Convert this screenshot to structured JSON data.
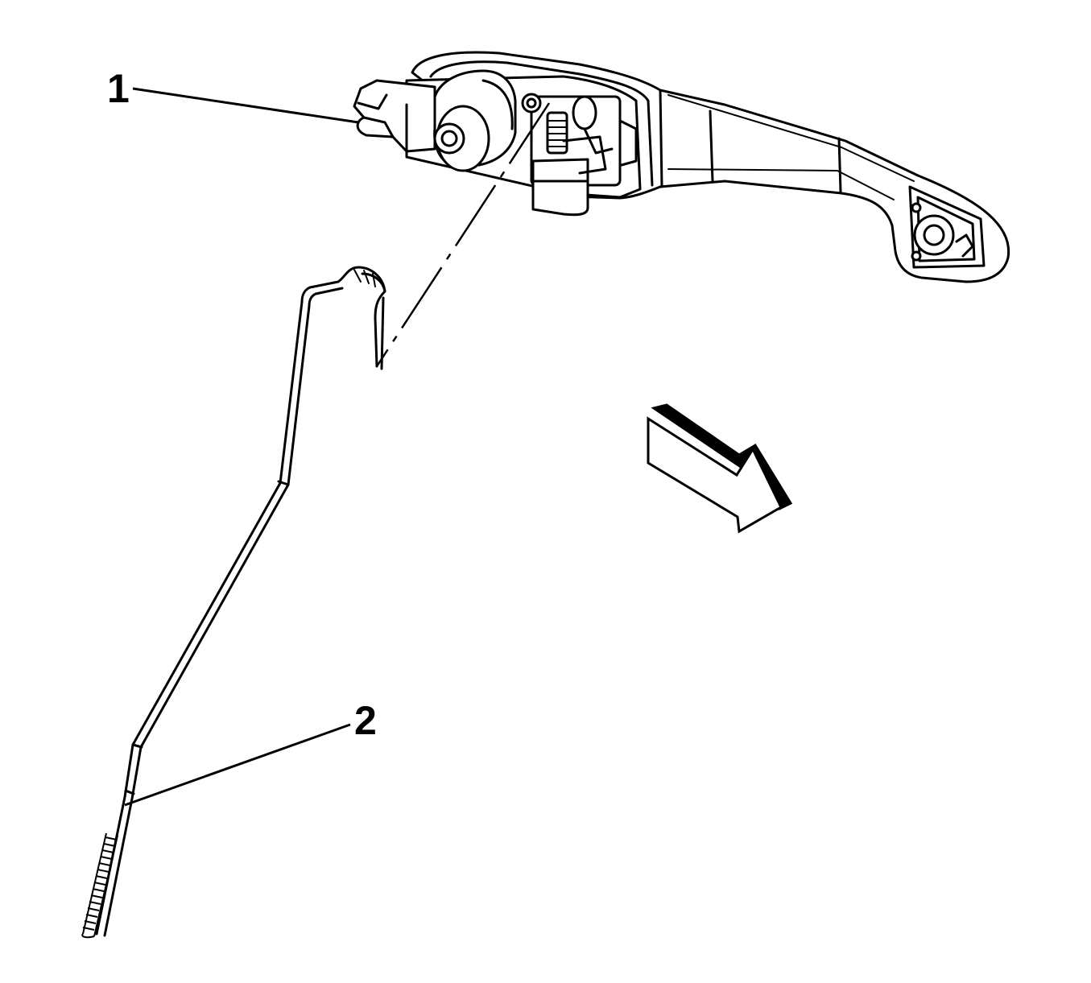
{
  "callouts": [
    {
      "id": "1",
      "label": "1"
    },
    {
      "id": "2",
      "label": "2"
    }
  ],
  "colors": {
    "line": "#000000",
    "background": "#ffffff"
  },
  "icons": {
    "direction": "arrow-right-down-icon"
  }
}
